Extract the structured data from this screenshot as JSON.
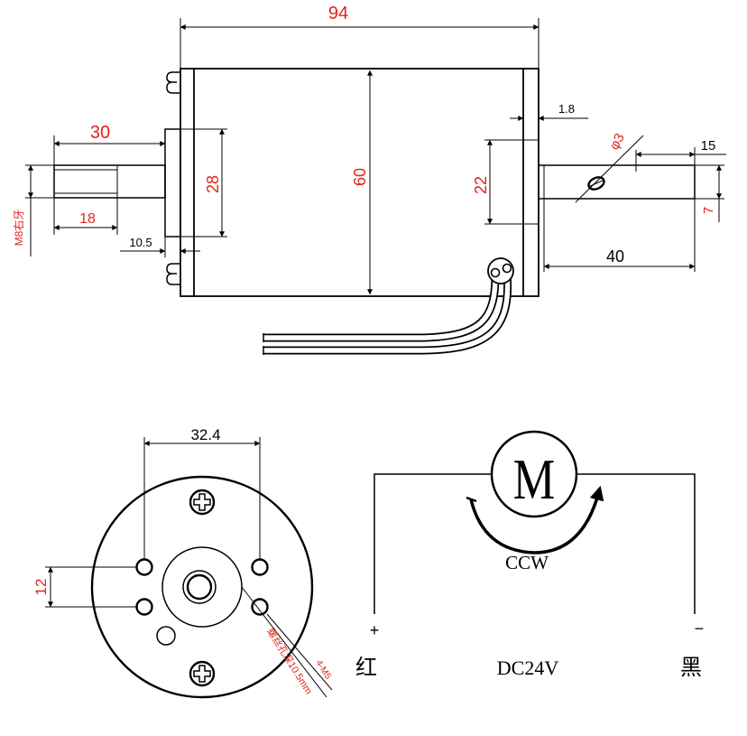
{
  "side_view": {
    "overall_length": "94",
    "front_shaft_length": "30",
    "thread_length": "18",
    "boss_width": "10.5",
    "boss_height": "28",
    "body_diameter": "60",
    "rear_boss_height": "22",
    "rear_step": "1.8",
    "pin_hole": "φ3",
    "pin_offset": "15",
    "rear_shaft_diameter": "7",
    "rear_shaft_length": "40",
    "thread_spec": "M8右牙"
  },
  "front_view": {
    "hole_spacing_horizontal": "32.4",
    "hole_spacing_vertical": "12",
    "hole_spec": "4-M5",
    "hole_depth_note": "螺丝孔深10.5mm"
  },
  "wiring": {
    "motor_symbol": "M",
    "rotation": "CCW",
    "positive": "+",
    "negative": "−",
    "positive_wire_color": "红",
    "voltage": "DC24V",
    "negative_wire_color": "黑"
  },
  "colors": {
    "dimension_red": "#e2231a",
    "line": "#000000"
  }
}
